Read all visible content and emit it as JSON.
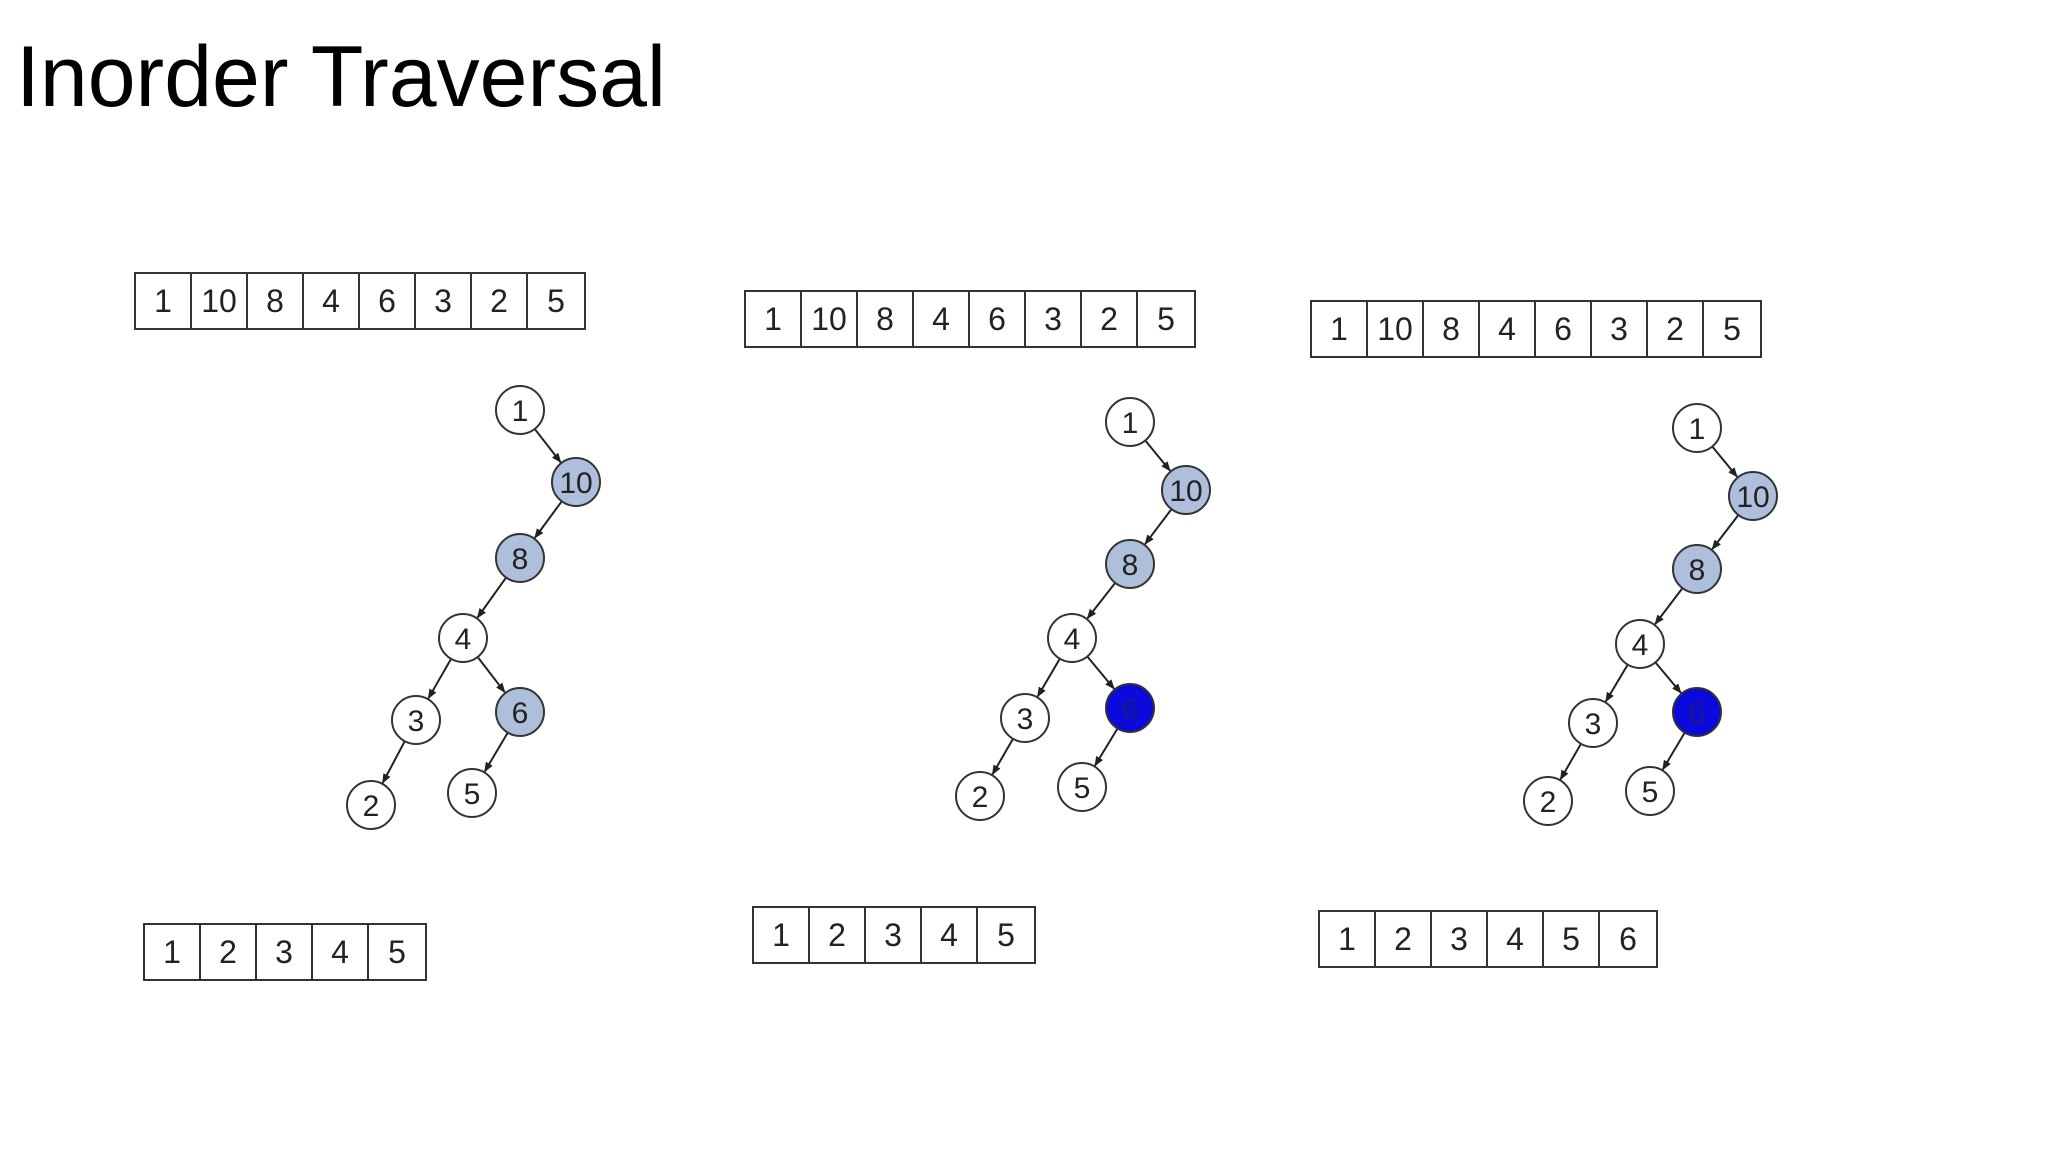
{
  "title": "Inorder Traversal",
  "colors": {
    "visited": "#aebfdc",
    "current": "#0a0adc",
    "unvisited": "#ffffff",
    "stroke": "#333333"
  },
  "panels": [
    {
      "input": [
        "1",
        "10",
        "8",
        "4",
        "6",
        "3",
        "2",
        "5"
      ],
      "output": [
        "1",
        "2",
        "3",
        "4",
        "5"
      ],
      "nodes": [
        {
          "id": "n1",
          "label": "1",
          "state": "unvisited"
        },
        {
          "id": "n10",
          "label": "10",
          "state": "visited"
        },
        {
          "id": "n8",
          "label": "8",
          "state": "visited"
        },
        {
          "id": "n4",
          "label": "4",
          "state": "unvisited"
        },
        {
          "id": "n3",
          "label": "3",
          "state": "unvisited"
        },
        {
          "id": "n6",
          "label": "6",
          "state": "visited"
        },
        {
          "id": "n2",
          "label": "2",
          "state": "unvisited"
        },
        {
          "id": "n5",
          "label": "5",
          "state": "unvisited"
        }
      ]
    },
    {
      "input": [
        "1",
        "10",
        "8",
        "4",
        "6",
        "3",
        "2",
        "5"
      ],
      "output": [
        "1",
        "2",
        "3",
        "4",
        "5"
      ],
      "nodes": [
        {
          "id": "n1",
          "label": "1",
          "state": "unvisited"
        },
        {
          "id": "n10",
          "label": "10",
          "state": "visited"
        },
        {
          "id": "n8",
          "label": "8",
          "state": "visited"
        },
        {
          "id": "n4",
          "label": "4",
          "state": "unvisited"
        },
        {
          "id": "n3",
          "label": "3",
          "state": "unvisited"
        },
        {
          "id": "n6",
          "label": "6",
          "state": "current"
        },
        {
          "id": "n2",
          "label": "2",
          "state": "unvisited"
        },
        {
          "id": "n5",
          "label": "5",
          "state": "unvisited"
        }
      ]
    },
    {
      "input": [
        "1",
        "10",
        "8",
        "4",
        "6",
        "3",
        "2",
        "5"
      ],
      "output": [
        "1",
        "2",
        "3",
        "4",
        "5",
        "6"
      ],
      "nodes": [
        {
          "id": "n1",
          "label": "1",
          "state": "unvisited"
        },
        {
          "id": "n10",
          "label": "10",
          "state": "visited"
        },
        {
          "id": "n8",
          "label": "8",
          "state": "visited"
        },
        {
          "id": "n4",
          "label": "4",
          "state": "unvisited"
        },
        {
          "id": "n3",
          "label": "3",
          "state": "unvisited"
        },
        {
          "id": "n6",
          "label": "6",
          "state": "current"
        },
        {
          "id": "n2",
          "label": "2",
          "state": "unvisited"
        },
        {
          "id": "n5",
          "label": "5",
          "state": "unvisited"
        }
      ]
    }
  ],
  "edges": [
    [
      "n1",
      "n10"
    ],
    [
      "n10",
      "n8"
    ],
    [
      "n8",
      "n4"
    ],
    [
      "n4",
      "n3"
    ],
    [
      "n4",
      "n6"
    ],
    [
      "n3",
      "n2"
    ],
    [
      "n6",
      "n5"
    ]
  ]
}
